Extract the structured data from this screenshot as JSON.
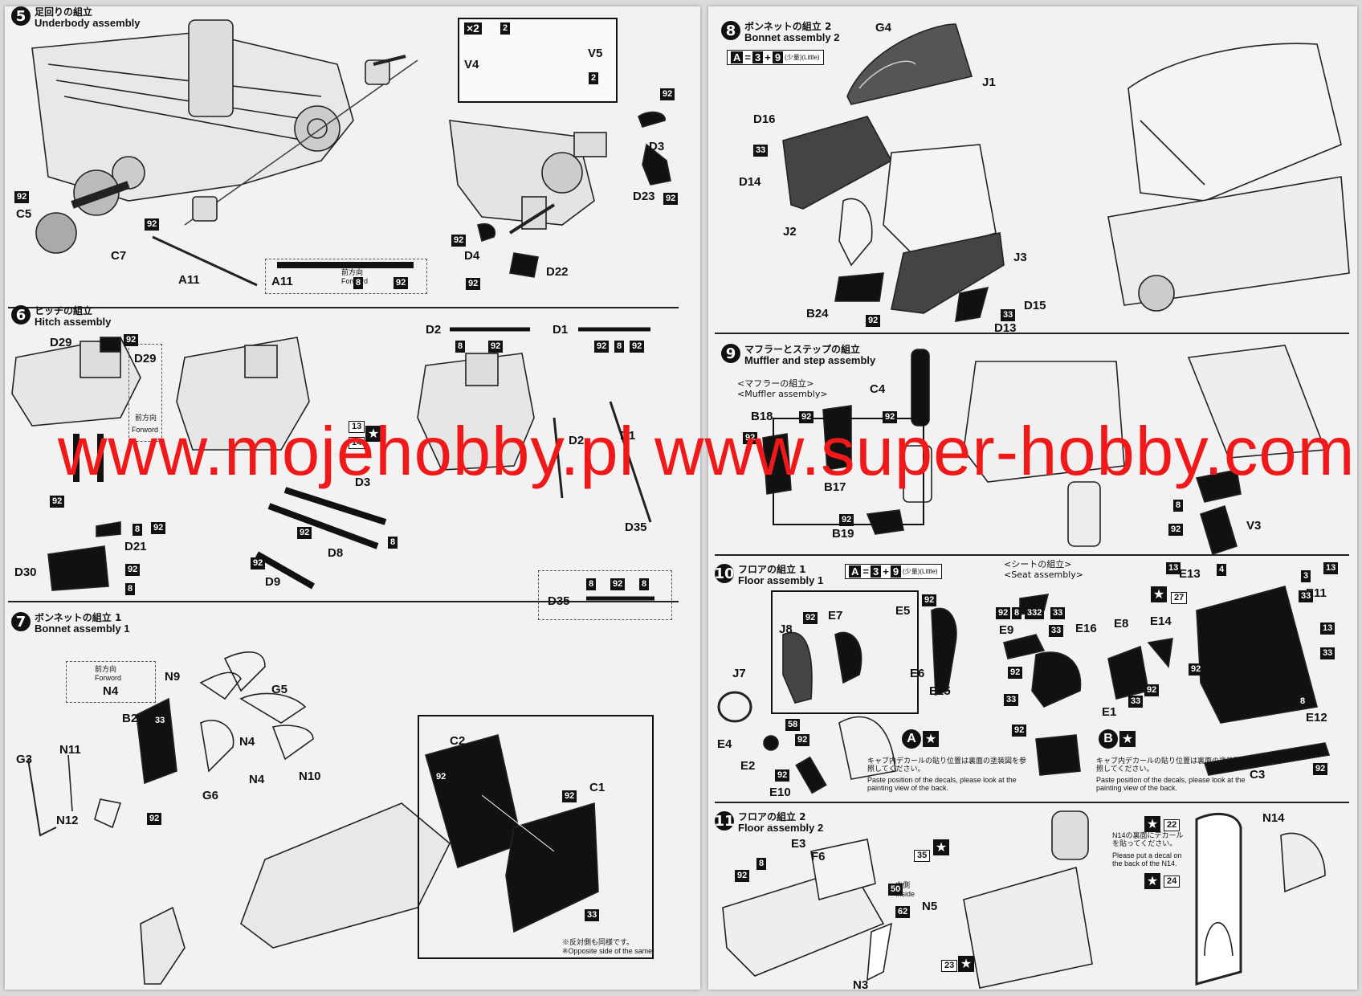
{
  "watermark": "www.mojehobby.pl www.super-hobby.com",
  "steps": [
    {
      "num": "5",
      "jp": "足回りの組立",
      "en": "Underbody assembly"
    },
    {
      "num": "6",
      "jp": "ヒッチの組立",
      "en": "Hitch assembly"
    },
    {
      "num": "7",
      "jp": "ボンネットの組立 1",
      "en": "Bonnet assembly 1"
    },
    {
      "num": "8",
      "jp": "ボンネットの組立 2",
      "en": "Bonnet assembly 2"
    },
    {
      "num": "9",
      "jp": "マフラーとステップの組立",
      "en": "Muffler and step assembly"
    },
    {
      "num": "10",
      "jp": "フロアの組立 1",
      "en": "Floor assembly 1"
    },
    {
      "num": "11",
      "jp": "フロアの組立 2",
      "en": "Floor assembly 2"
    }
  ],
  "subassemblies": {
    "muffler_jp": "<マフラーの組立>",
    "muffler_en": "<Muffler assembly>",
    "seat_jp": "<シートの組立>",
    "seat_en": "<Seat assembly>"
  },
  "formula": {
    "a": "A",
    "eq": "=",
    "x": "3",
    "plus": "+",
    "y": "9",
    "note": "(少量)(Little)"
  },
  "notes": {
    "forward_jp": "前方向",
    "forward_en": "Forword",
    "x2": "×2",
    "opposite_jp": "※反対側も同様です。",
    "opposite_en": "※Opposite side of the same",
    "inside_jp": "内側",
    "inside_en": "Inside",
    "decal_a_jp": "キャブ内デカールの貼り位置は裏面の塗装図を参照してください。",
    "decal_a_en": "Paste position of the decals, please look at the painting view of the back.",
    "decal_n14_jp": "N14の裏面にデカールを貼ってください。",
    "decal_n14_en": "Please put a decal on the back of the N14.",
    "badge_a": "A",
    "badge_b": "B"
  },
  "parts": {
    "s5": [
      "C5",
      "C7",
      "A11",
      "V4",
      "V5",
      "D3",
      "D23",
      "D4",
      "D22",
      "A11"
    ],
    "s6": [
      "D29",
      "D29",
      "D21",
      "D30",
      "D3",
      "D8",
      "D9",
      "D2",
      "D1",
      "D2",
      "D1",
      "D35",
      "D35"
    ],
    "s7": [
      "N4",
      "N9",
      "G5",
      "B23",
      "N4",
      "N4",
      "G3",
      "N11",
      "N12",
      "G6",
      "N10",
      "C2",
      "C1"
    ],
    "s8": [
      "G4",
      "J1",
      "D16",
      "D14",
      "J2",
      "J3",
      "B24",
      "D15",
      "D13"
    ],
    "s9": [
      "C4",
      "B18",
      "B17",
      "B19",
      "V3"
    ],
    "s10": [
      "J8",
      "E7",
      "E5",
      "J7",
      "E6",
      "E15",
      "E4",
      "E2",
      "E10",
      "E9",
      "E16",
      "E8",
      "E14",
      "E1",
      "E13",
      "E11",
      "E12",
      "C3"
    ],
    "s11": [
      "E3",
      "F6",
      "N5",
      "N3",
      "N14"
    ]
  },
  "paint_codes": {
    "c92": "92",
    "c8": "8",
    "c33": "33",
    "c13": "13",
    "c14": "14",
    "c58": "58",
    "c4": "4",
    "c3": "3",
    "c27": "27",
    "c22": "22",
    "c24": "24",
    "c23": "23",
    "c35": "35",
    "c50": "50",
    "c62": "62",
    "c332": "332",
    "c2": "2"
  }
}
